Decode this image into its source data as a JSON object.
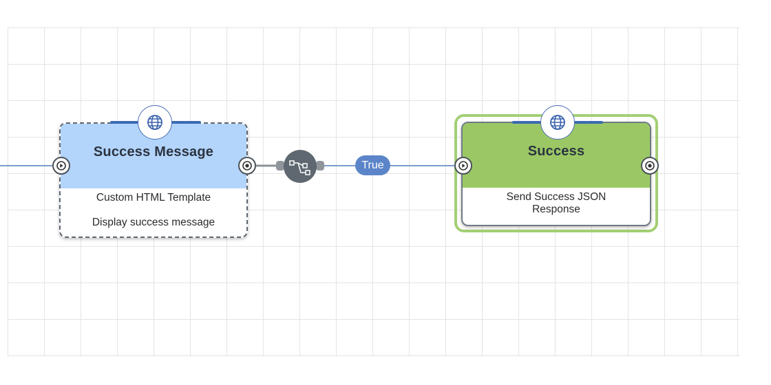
{
  "nodes": {
    "success_message": {
      "title": "Success Message",
      "line1": "Custom HTML Template",
      "line2": "Display success message",
      "icon": "globe-icon"
    },
    "success": {
      "title": "Success",
      "line1": "Send Success JSON",
      "line2": "Response",
      "icon": "globe-icon"
    }
  },
  "edges": {
    "condition_label": "True"
  },
  "colors": {
    "success_message_header": "#b3d4fb",
    "success_header": "#9bc865",
    "selection_outline": "#a3cf74",
    "wire": "#7b9acc",
    "label_bg": "#5c85c9",
    "accent_bar": "#3c6ab3"
  }
}
